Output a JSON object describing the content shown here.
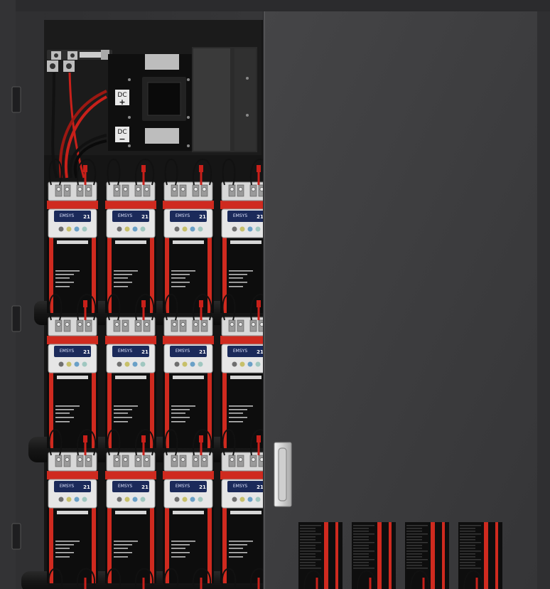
{
  "labels": {
    "dc_plus_text": "DC",
    "dc_plus_sign": "+",
    "dc_minus_text": "DC",
    "dc_minus_sign": "−",
    "battery_brand": "EMSYS",
    "battery_number": "21"
  },
  "colors": {
    "cabinet": "#3b3b3d",
    "door": "#3e3e40",
    "interior": "#141414",
    "cable_red": "#c8201a",
    "cable_black": "#1a1a1a",
    "rail": "#222222",
    "battery_case": "#0d0d0d",
    "battery_band": "#cf2a1f",
    "terminal_plate": "#d8d8d8",
    "handle": "#e0e0e0"
  },
  "battery_grid": {
    "rows": 3,
    "columns": 4
  },
  "bottom_batteries": {
    "count": 4
  }
}
